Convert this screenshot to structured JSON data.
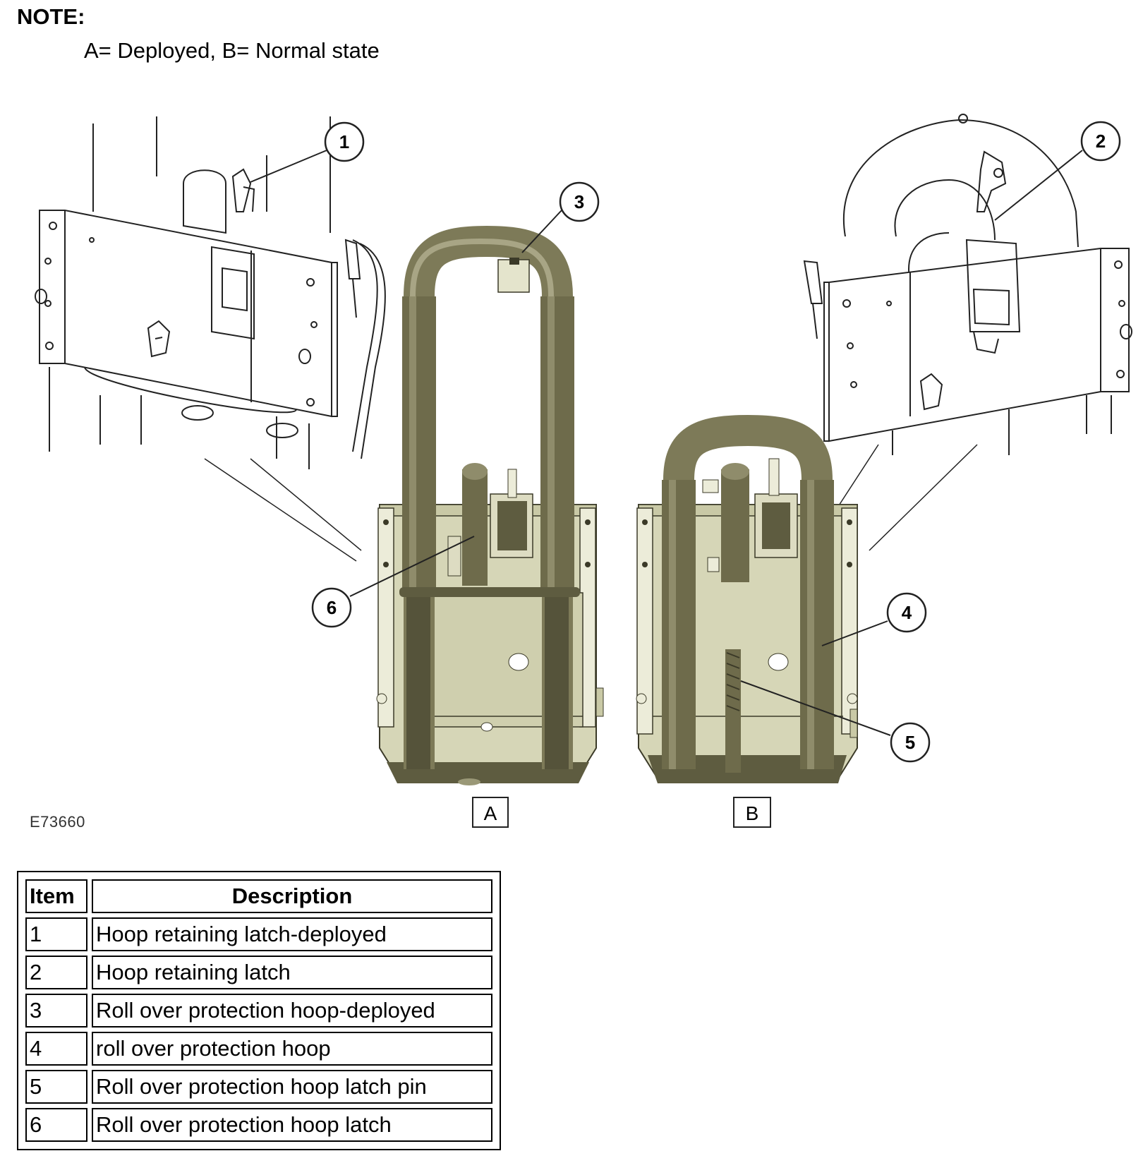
{
  "note": {
    "heading": "NOTE:",
    "text": "A= Deployed, B= Normal state"
  },
  "figure": {
    "id": "E73660",
    "callouts": [
      "1",
      "2",
      "3",
      "4",
      "5",
      "6"
    ],
    "view_labels": [
      "A",
      "B"
    ]
  },
  "legend": {
    "headers": [
      "Item",
      "Description"
    ],
    "rows": [
      {
        "item": "1",
        "description": "Hoop retaining latch-deployed"
      },
      {
        "item": "2",
        "description": "Hoop retaining latch"
      },
      {
        "item": "3",
        "description": "Roll over protection hoop-deployed"
      },
      {
        "item": "4",
        "description": "roll over protection hoop"
      },
      {
        "item": "5",
        "description": "Roll over protection hoop latch pin"
      },
      {
        "item": "6",
        "description": "Roll over protection hoop latch"
      }
    ]
  },
  "colors": {
    "tube": "#7d7a58",
    "plate": "#d6d6b7",
    "dark": "#3b3a28",
    "line": "#222222"
  }
}
